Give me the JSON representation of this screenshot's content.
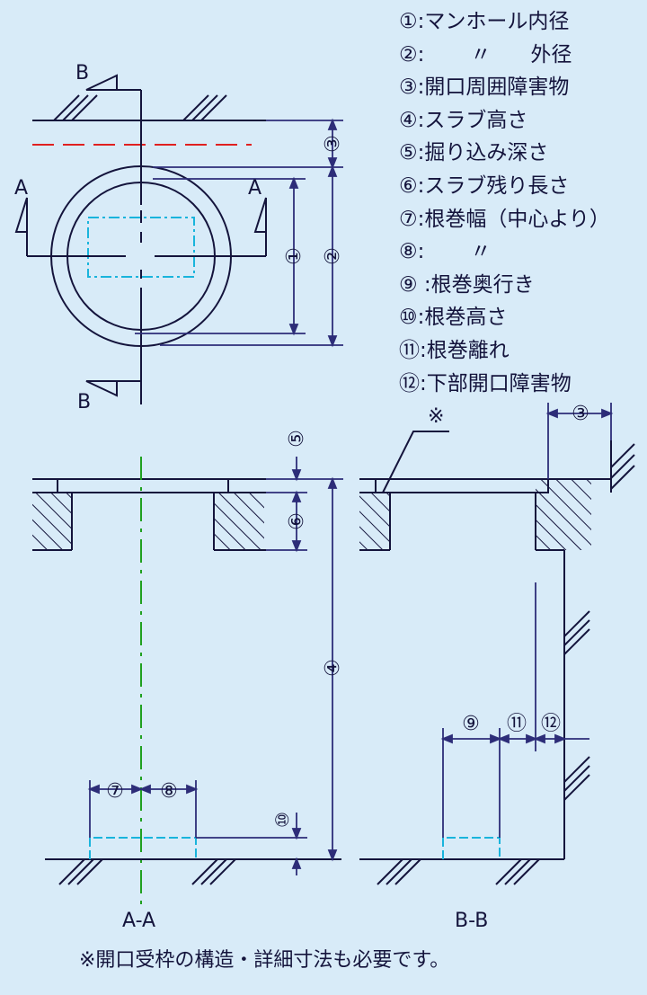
{
  "legend": [
    {
      "num": "①",
      "text": ":マンホール内径"
    },
    {
      "num": "②",
      "text": ":       〃      外径"
    },
    {
      "num": "③",
      "text": ":開口周囲障害物"
    },
    {
      "num": "④",
      "text": ":スラブ高さ"
    },
    {
      "num": "⑤",
      "text": ":掘り込み深さ"
    },
    {
      "num": "⑥",
      "text": ":スラブ残り長さ"
    },
    {
      "num": "⑦",
      "text": ":根巻幅（中心より）"
    },
    {
      "num": "⑧",
      "text": ":       〃"
    },
    {
      "num": "⑨",
      "text": " :根巻奥行き"
    },
    {
      "num": "⑩",
      "text": ":根巻高さ"
    },
    {
      "num": "⑪",
      "text": ":根巻離れ"
    },
    {
      "num": "⑫",
      "text": ":下部開口障害物"
    }
  ],
  "section_marks": {
    "a": "A",
    "b": "B"
  },
  "dimension_labels": {
    "d1": "①",
    "d2": "②",
    "d3": "③",
    "d4": "④",
    "d5": "⑤",
    "d6": "⑥",
    "d7": "⑦",
    "d8": "⑧",
    "d9": "⑨",
    "d10": "⑩",
    "d11": "⑪",
    "d12": "⑫"
  },
  "note_mark": "※",
  "captions": {
    "aa": "A-A",
    "bb": "B-B"
  },
  "footnote": "※開口受枠の構造・詳細寸法も必要です。",
  "colors": {
    "background": "#d8ebf8",
    "line": "#14143c",
    "dimension": "#2d2d78",
    "red_dash": "#e02020",
    "green_center": "#20a020",
    "cyan_dash": "#19b4dc"
  }
}
